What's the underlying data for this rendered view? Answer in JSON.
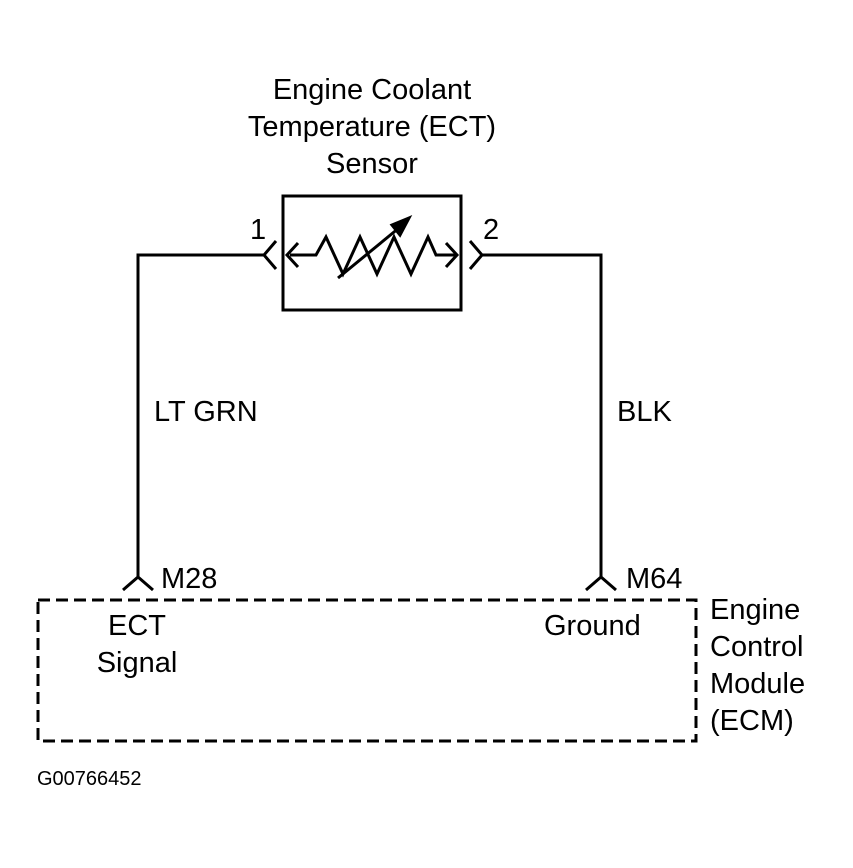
{
  "sensor": {
    "title_lines": [
      "Engine Coolant",
      "Temperature (ECT)",
      "Sensor"
    ],
    "pin_left": "1",
    "pin_right": "2"
  },
  "wires": {
    "left_color": "LT GRN",
    "right_color": "BLK"
  },
  "connectors": {
    "left": "M28",
    "right": "M64"
  },
  "ecm": {
    "title_lines": [
      "Engine",
      "Control",
      "Module",
      "(ECM)"
    ],
    "left_terminal_lines": [
      "ECT",
      "Signal"
    ],
    "right_terminal": "Ground"
  },
  "figure_id": "G00766452"
}
